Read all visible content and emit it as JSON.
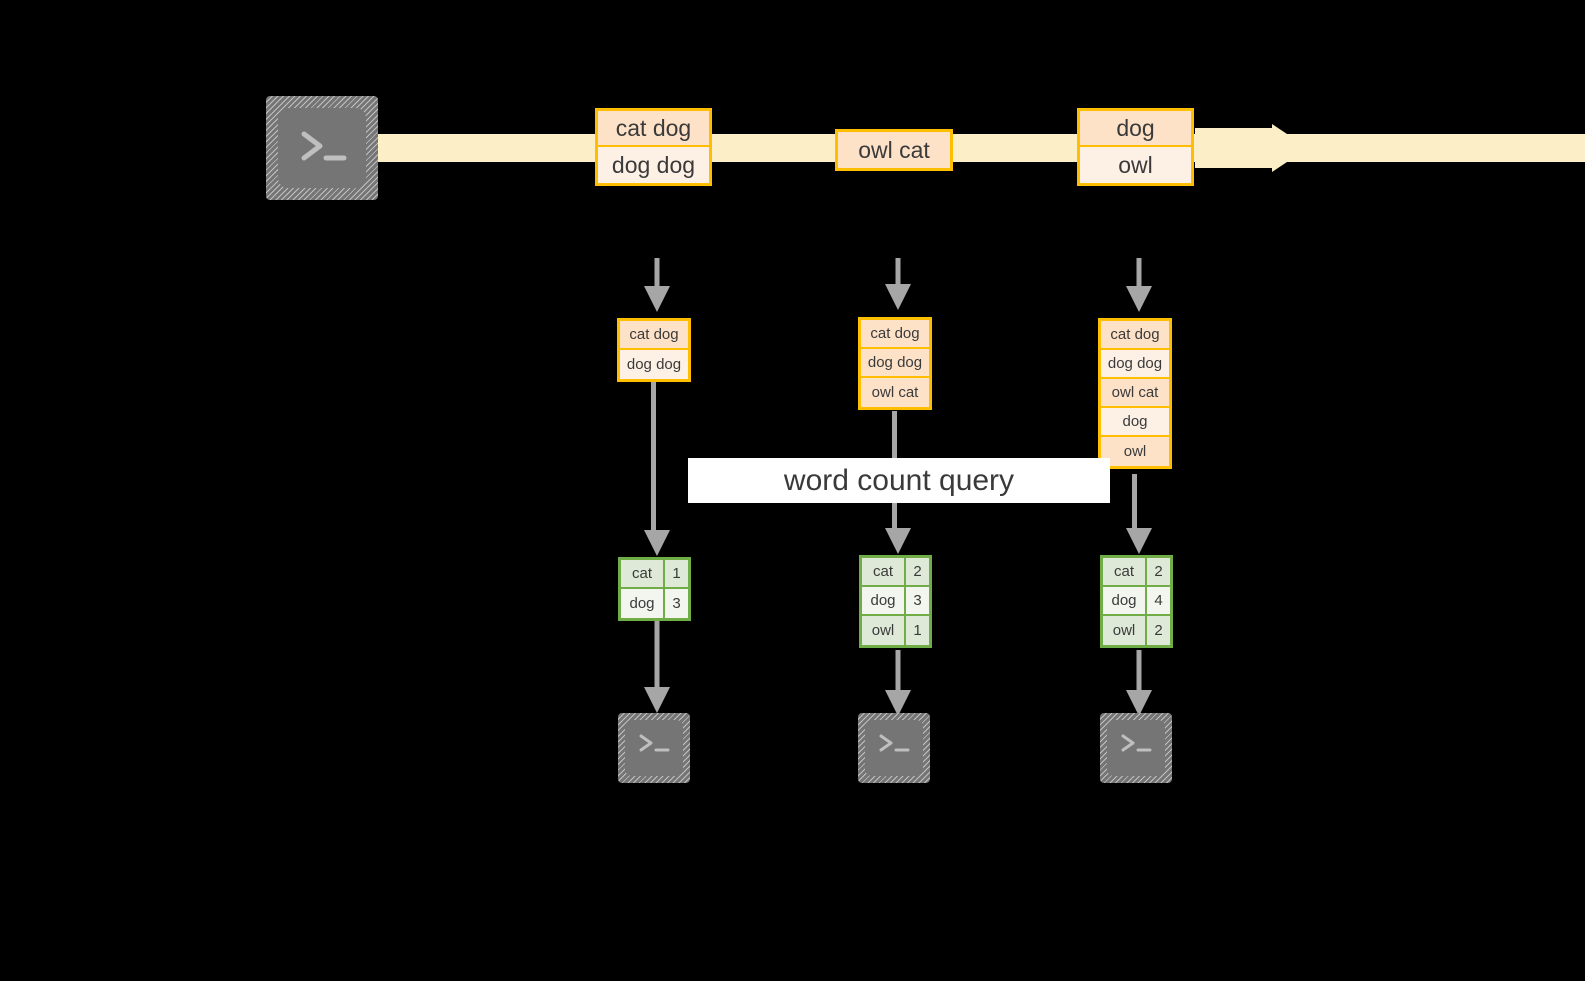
{
  "diagram": {
    "title_banner": "word count query",
    "colors": {
      "stream_band": "#FCEFC7",
      "event_border": "#FFBF00",
      "event_fill_dark": "#FDE2C8",
      "event_fill_light": "#FDF1E6",
      "result_border": "#70AD47",
      "result_fill_dark": "#DFE9D8",
      "result_fill_light": "#F2F6EF",
      "arrow_gray": "#A6A6A6",
      "terminal_gray": "#757575",
      "background": "#000000"
    },
    "source": {
      "icon": "terminal-icon",
      "glyph": ">_"
    },
    "stream_events": [
      {
        "lines": [
          "cat dog",
          "dog dog"
        ]
      },
      {
        "lines": [
          "owl cat"
        ]
      },
      {
        "lines": [
          "dog",
          "owl"
        ]
      }
    ],
    "columns": [
      {
        "state_lines": [
          "cat dog",
          "dog dog"
        ],
        "results": [
          {
            "word": "cat",
            "count": "1"
          },
          {
            "word": "dog",
            "count": "3"
          }
        ],
        "sink_icon": "terminal-icon",
        "sink_glyph": ">_"
      },
      {
        "state_lines": [
          "cat dog",
          "dog dog",
          "owl cat"
        ],
        "results": [
          {
            "word": "cat",
            "count": "2"
          },
          {
            "word": "dog",
            "count": "3"
          },
          {
            "word": "owl",
            "count": "1"
          }
        ],
        "sink_icon": "terminal-icon",
        "sink_glyph": ">_"
      },
      {
        "state_lines": [
          "cat dog",
          "dog dog",
          "owl cat",
          "dog",
          "owl"
        ],
        "results": [
          {
            "word": "cat",
            "count": "2"
          },
          {
            "word": "dog",
            "count": "4"
          },
          {
            "word": "owl",
            "count": "2"
          }
        ],
        "sink_icon": "terminal-icon",
        "sink_glyph": ">_"
      }
    ]
  }
}
